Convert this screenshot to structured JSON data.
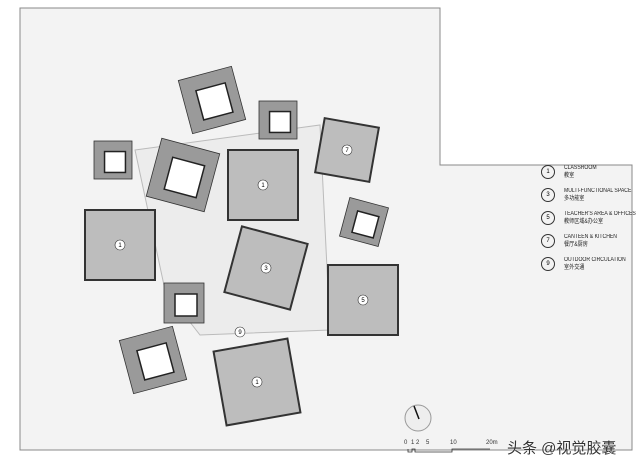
{
  "legend": [
    {
      "num": "1",
      "en": "CLASSROOM",
      "zh": "教室"
    },
    {
      "num": "3",
      "en": "MULTI-FUNCTIONAL SPACE",
      "zh": "多功能室"
    },
    {
      "num": "5",
      "en": "TEACHER'S AREA & OFFICES",
      "zh": "教师区域&办公室"
    },
    {
      "num": "7",
      "en": "CANTEEN & KITCHEN",
      "zh": "餐厅&厨房"
    },
    {
      "num": "9",
      "en": "OUTDOOR CIRCULATION",
      "zh": "室外交通"
    }
  ],
  "plan_labels": [
    "1",
    "1",
    "1",
    "3",
    "5",
    "7",
    "9"
  ],
  "scale_bar": [
    "0",
    "1",
    "2",
    "5",
    "10",
    "20m"
  ],
  "watermark": "头条 @视觉胶囊",
  "colors": {
    "roof": "#9a9a9a",
    "room": "#bdbdbd",
    "wall": "#333333",
    "ground": "#f4f4f4"
  }
}
